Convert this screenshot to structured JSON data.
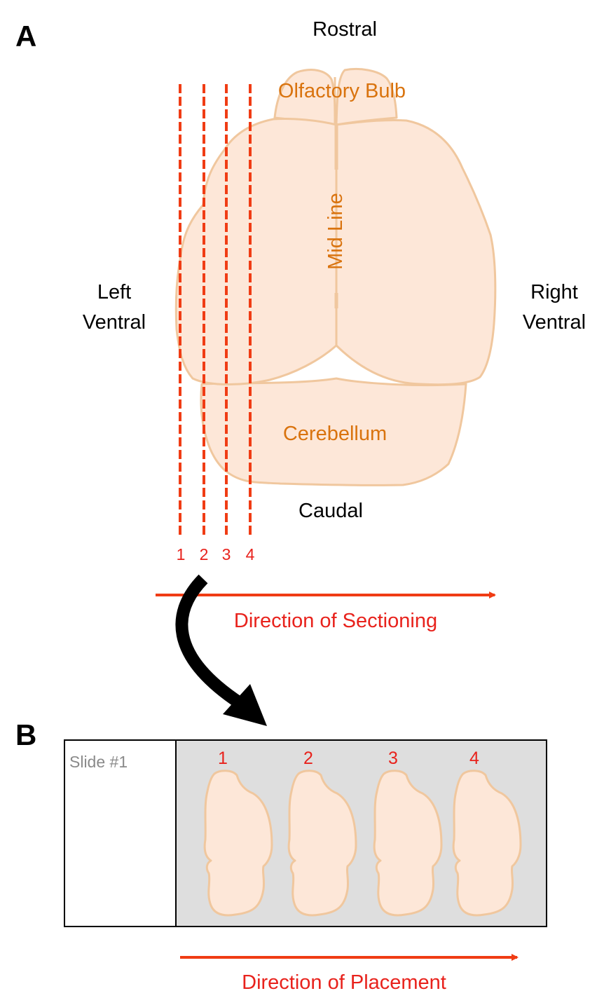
{
  "panel_a": {
    "letter": "A",
    "orientation": {
      "rostral": "Rostral",
      "caudal": "Caudal",
      "left_line1": "Left",
      "left_line2": "Ventral",
      "right_line1": "Right",
      "right_line2": "Ventral"
    },
    "regions": {
      "olfactory_bulb": "Olfactory Bulb",
      "mid_line": "Mid Line",
      "cerebellum": "Cerebellum"
    },
    "cut_lines": [
      {
        "label": "1"
      },
      {
        "label": "2"
      },
      {
        "label": "3"
      },
      {
        "label": "4"
      }
    ],
    "direction_label": "Direction of Sectioning"
  },
  "panel_b": {
    "letter": "B",
    "slide_label": "Slide #1",
    "sections": [
      {
        "label": "1"
      },
      {
        "label": "2"
      },
      {
        "label": "3"
      },
      {
        "label": "4"
      }
    ],
    "direction_label": "Direction of Placement"
  },
  "colors": {
    "cut_line": "#f03c14",
    "arrow_red": "#f03c14",
    "tissue_fill": "#fde7d8",
    "tissue_stroke": "#f0c79e",
    "region_text": "#d9730e",
    "slide_fill": "#dedede",
    "curved_arrow": "#000000"
  }
}
